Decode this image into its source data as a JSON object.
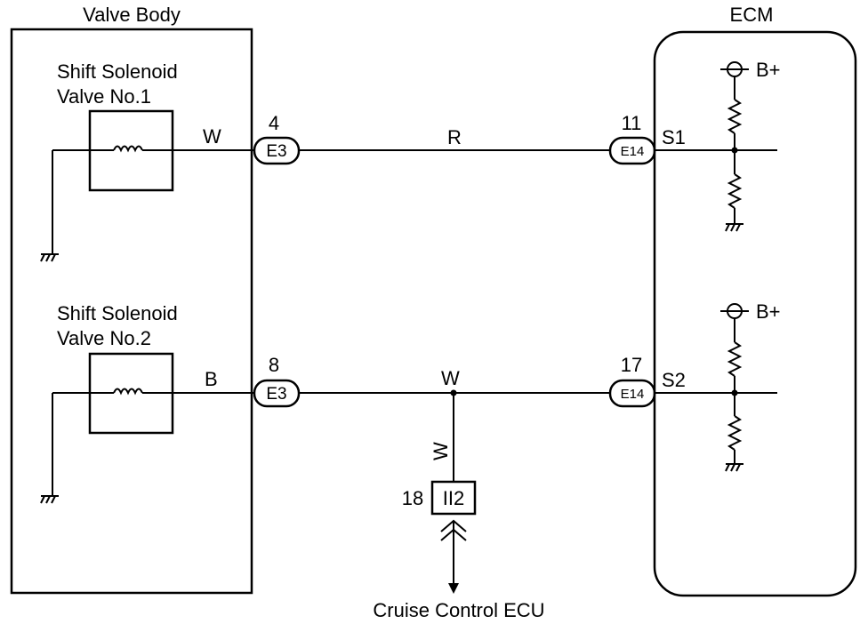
{
  "valve_body": {
    "title": "Valve Body",
    "solenoid1": {
      "line1": "Shift Solenoid",
      "line2": "Valve No.1",
      "wire_color": "W"
    },
    "solenoid2": {
      "line1": "Shift Solenoid",
      "line2": "Valve No.2",
      "wire_color": "B"
    }
  },
  "ecm": {
    "title": "ECM",
    "terminal_s1": "S1",
    "terminal_s2": "S2",
    "supply1": "B+",
    "supply2": "B+"
  },
  "connectors": {
    "e3_top": {
      "label": "E3",
      "pin": "4"
    },
    "e3_bottom": {
      "label": "E3",
      "pin": "8"
    },
    "e14_top": {
      "label": "E14",
      "pin": "11"
    },
    "e14_bottom": {
      "label": "E14",
      "pin": "17"
    },
    "ii2": {
      "label": "II2",
      "pin": "18"
    }
  },
  "wires": {
    "top_mid": "R",
    "bottom_mid": "W",
    "branch": "W"
  },
  "cruise_control": {
    "label": "Cruise Control ECU"
  }
}
